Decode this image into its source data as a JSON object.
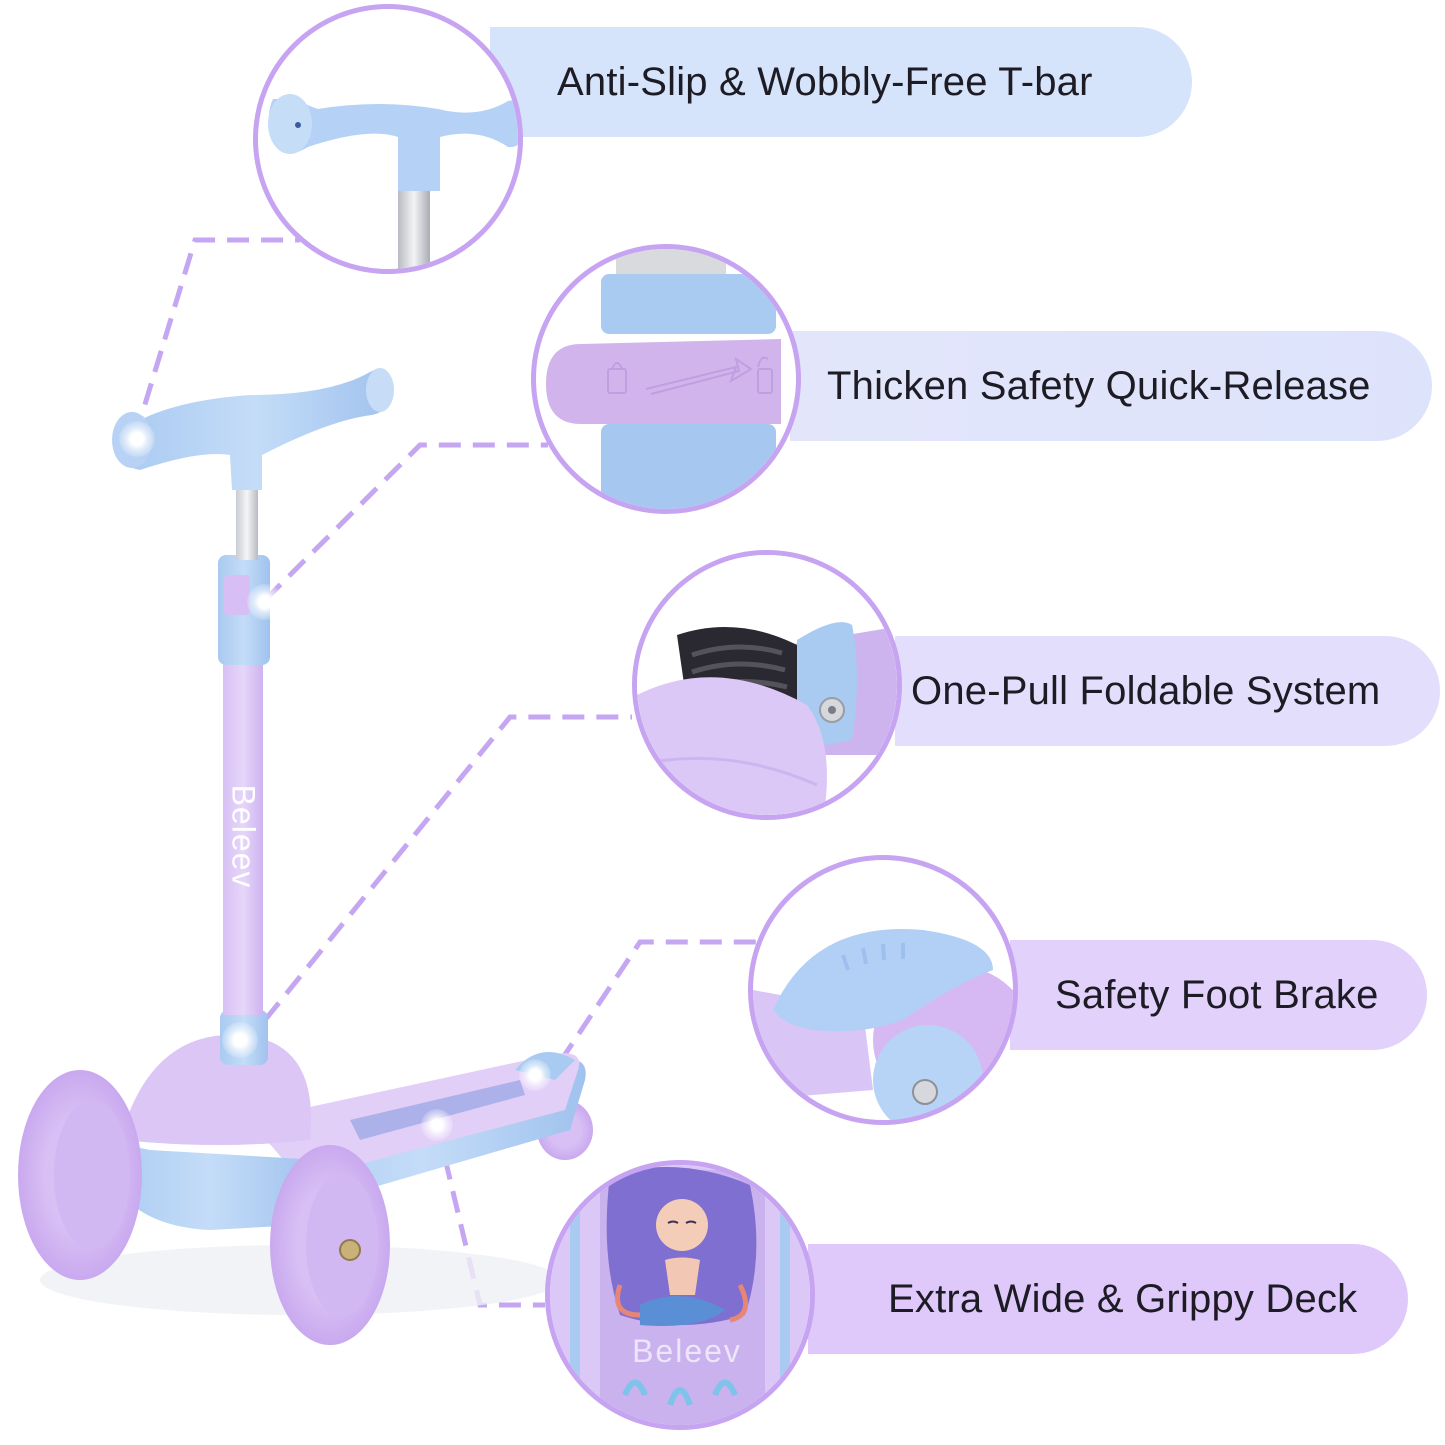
{
  "brand": "Beleev",
  "accent_color": "#c7a4f1",
  "features": [
    {
      "id": "tbar",
      "label": "Anti-Slip & Wobbly-Free T-bar",
      "pill_color": "#d5e3fb"
    },
    {
      "id": "quick-release",
      "label": "Thicken Safety Quick-Release",
      "pill_color": "#e1e5fb"
    },
    {
      "id": "foldable",
      "label": "One-Pull Foldable System",
      "pill_color": "#e3defb"
    },
    {
      "id": "brake",
      "label": "Safety Foot Brake",
      "pill_color": "#e1d1fb"
    },
    {
      "id": "deck",
      "label": "Extra Wide & Grippy Deck",
      "pill_color": "#dfc9fb"
    }
  ],
  "scooter": {
    "stem_logo": "Beleev",
    "deck_logo": "Beleev"
  }
}
